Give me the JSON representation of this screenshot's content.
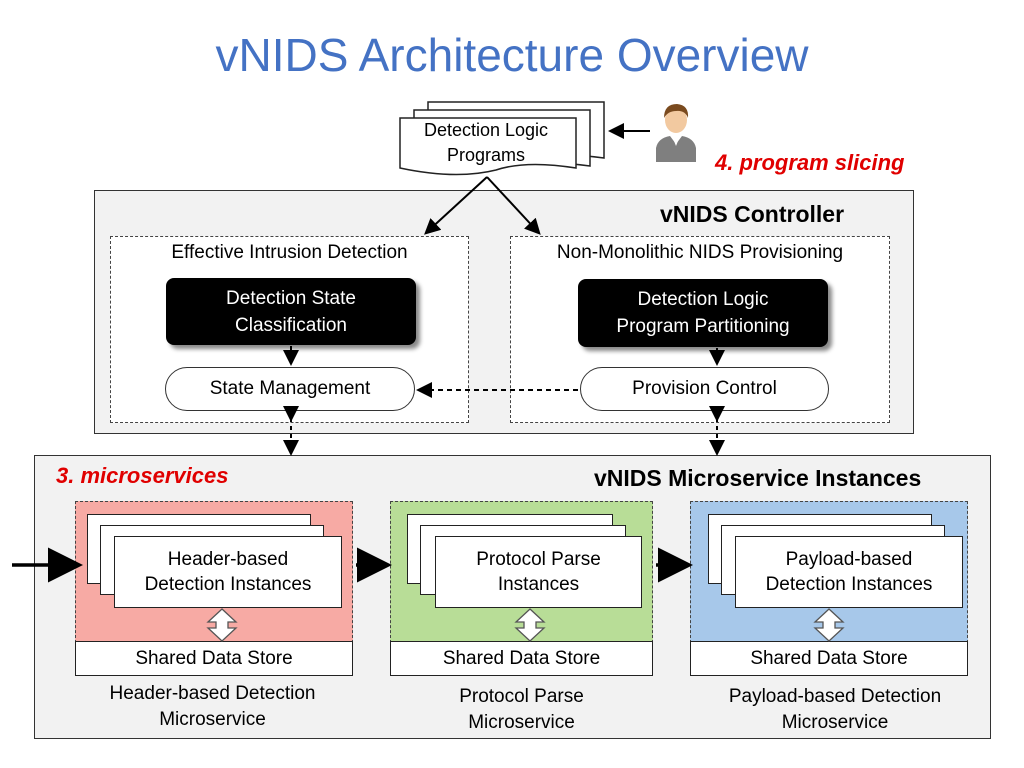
{
  "title": "vNIDS Architecture Overview",
  "program_doc": "Detection Logic\nPrograms",
  "slicing_label": "4. program slicing",
  "controller": {
    "title": "vNIDS Controller",
    "left": {
      "heading": "Effective Intrusion Detection",
      "box": "Detection State\nClassification",
      "pill": "State Management"
    },
    "right": {
      "heading": "Non-Monolithic NIDS Provisioning",
      "box": "Detection Logic\nProgram Partitioning",
      "pill": "Provision Control"
    }
  },
  "microservices": {
    "label": "3. microservices",
    "title": "vNIDS Microservice Instances",
    "items": [
      {
        "card": "Header-based\nDetection Instances",
        "store": "Shared Data Store",
        "caption": "Header-based Detection\nMicroservice",
        "color": "#f7aaa4"
      },
      {
        "card": "Protocol Parse\nInstances",
        "store": "Shared Data Store",
        "caption": "Protocol Parse\nMicroservice",
        "color": "#b8dd97"
      },
      {
        "card": "Payload-based\nDetection Instances",
        "store": "Shared Data Store",
        "caption": "Payload-based Detection\nMicroservice",
        "color": "#a7c8ea"
      }
    ]
  },
  "colors": {
    "title": "#4472c4",
    "accent_red": "#e00000"
  },
  "icons": {
    "user": "user-icon"
  }
}
